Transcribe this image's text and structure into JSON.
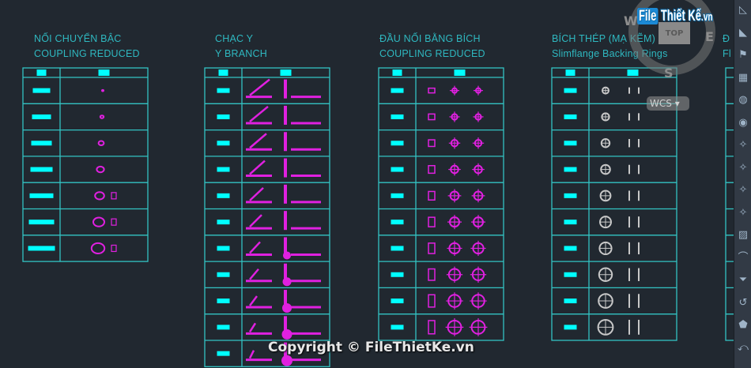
{
  "colors": {
    "background": "#212830",
    "line": "#33c3c3",
    "fill": "#00ffff",
    "symbol": "#e020e0",
    "text": "#2fb8c0"
  },
  "tables": [
    {
      "title_vi": "NỐI CHUYỂN BẬC",
      "title_en": "COUPLING REDUCED",
      "symbol": "reducer",
      "rows": 7
    },
    {
      "title_vi": "CHẠC Y",
      "title_en": "Y BRANCH",
      "symbol": "ybranch",
      "rows": 11
    },
    {
      "title_vi": "ĐẦU NỐI BẰNG BÍCH",
      "title_en": "COUPLING REDUCED",
      "symbol": "flange",
      "rows": 10
    },
    {
      "title_vi": "BÍCH THÉP (MẠ KẼM)",
      "title_en": "Slimflange Backing Rings",
      "symbol": "ring",
      "rows": 10
    },
    {
      "title_vi": "Đ",
      "title_en": "Fl",
      "symbol": "none",
      "rows": 10
    }
  ],
  "viewcube": {
    "top": "TOP",
    "west": "W",
    "east": "E",
    "south": "S",
    "ucs": "WCS"
  },
  "watermark": {
    "logo_a": "File",
    "logo_b": " Thiết Kế",
    "logo_c": ".vn",
    "copyright": "Copyright © FileThietKe.vn"
  },
  "toolbar": {
    "icons": [
      "measure-icon",
      "section-icon",
      "flag-icon",
      "layout-grid-icon",
      "globe-grid-icon",
      "globe-icon",
      "point-hash-icon",
      "point-a-icon",
      "point-select-icon",
      "point-circle-icon",
      "image-icon",
      "pin-icon",
      "filter-icon",
      "undo-arc-icon",
      "shape-icon",
      "point-arc-icon"
    ]
  }
}
